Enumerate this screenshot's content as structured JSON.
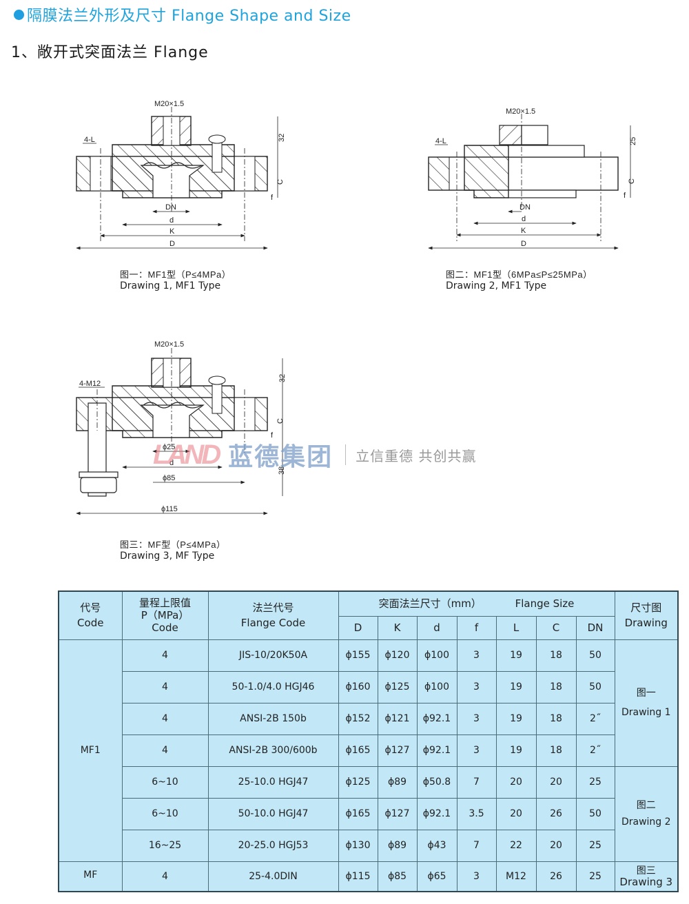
{
  "header": {
    "section_title": "隔膜法兰外形及尺寸 Flange Shape and Size",
    "subsection_title": "1、敞开式突面法兰 Flange"
  },
  "drawings": [
    {
      "id": "drawing-1",
      "labels": {
        "thread": "M20×1.5",
        "holes": "4-L",
        "height": "32",
        "C": "C",
        "f": "f",
        "DN": "DN",
        "d": "d",
        "K": "K",
        "D": "D"
      },
      "caption_cn": "图一：MF1型（P≤4MPa）",
      "caption_en": "Drawing 1, MF1 Type"
    },
    {
      "id": "drawing-2",
      "labels": {
        "thread": "M20×1.5",
        "holes": "4-L",
        "height": "25",
        "C": "C",
        "f": "f",
        "DN": "DN",
        "d": "d",
        "K": "K",
        "D": "D"
      },
      "caption_cn": "图二：MF1型（6MPa≤P≤25MPa）",
      "caption_en": "Drawing 2, MF1 Type"
    },
    {
      "id": "drawing-3",
      "labels": {
        "thread": "M20×1.5",
        "holes": "4-M12",
        "height": "32",
        "bolt_len": "38",
        "C": "C",
        "f": "f",
        "DN": "ϕ25",
        "d": "d",
        "K": "ϕ85",
        "D": "ϕ115"
      },
      "caption_cn": "图三：MF型（P≤4MPa）",
      "caption_en": "Drawing 3, MF Type"
    }
  ],
  "watermark": {
    "logo": "LAND",
    "company": "蓝德集团",
    "slogan": "立信重德  共创共赢"
  },
  "table": {
    "headers": {
      "code_cn": "代号",
      "code_en": "Code",
      "pressure_cn": "量程上限值",
      "pressure_unit": "P（MPa）",
      "pressure_en": "Code",
      "flange_code_cn": "法兰代号",
      "flange_code_en": "Flange Code",
      "size_group_cn": "突面法兰尺寸（mm）",
      "size_group_en": "Flange Size",
      "drawing_cn": "尺寸图",
      "drawing_en": "Drawing",
      "cols": [
        "D",
        "K",
        "d",
        "f",
        "L",
        "C",
        "DN"
      ]
    },
    "groups": [
      {
        "code": "MF1",
        "drawing_groups": [
          {
            "drawing_cn": "图一",
            "drawing_en": "Drawing 1"
          },
          {
            "drawing_cn": "图二",
            "drawing_en": "Drawing 2"
          }
        ]
      },
      {
        "code": "MF",
        "drawing_groups": [
          {
            "drawing_cn": "图三",
            "drawing_en": "Drawing 3"
          }
        ]
      }
    ],
    "rows": [
      {
        "p": "4",
        "flange_code": "JIS-10/20K50A",
        "D": "ϕ155",
        "K": "ϕ120",
        "d": "ϕ100",
        "f": "3",
        "L": "19",
        "C": "18",
        "DN": "50"
      },
      {
        "p": "4",
        "flange_code": "50-1.0/4.0  HGJ46",
        "D": "ϕ160",
        "K": "ϕ125",
        "d": "ϕ100",
        "f": "3",
        "L": "19",
        "C": "18",
        "DN": "50"
      },
      {
        "p": "4",
        "flange_code": "ANSI-2B  150b",
        "D": "ϕ152",
        "K": "ϕ121",
        "d": "ϕ92.1",
        "f": "3",
        "L": "19",
        "C": "18",
        "DN": "2˝"
      },
      {
        "p": "4",
        "flange_code": "ANSI-2B  300/600b",
        "D": "ϕ165",
        "K": "ϕ127",
        "d": "ϕ92.1",
        "f": "3",
        "L": "19",
        "C": "18",
        "DN": "2˝"
      },
      {
        "p": "6~10",
        "flange_code": "25-10.0  HGJ47",
        "D": "ϕ125",
        "K": "ϕ89",
        "d": "ϕ50.8",
        "f": "7",
        "L": "20",
        "C": "20",
        "DN": "25"
      },
      {
        "p": "6~10",
        "flange_code": "50-10.0  HGJ47",
        "D": "ϕ165",
        "K": "ϕ127",
        "d": "ϕ92.1",
        "f": "3.5",
        "L": "20",
        "C": "26",
        "DN": "50"
      },
      {
        "p": "16~25",
        "flange_code": "20-25.0  HGJ53",
        "D": "ϕ130",
        "K": "ϕ89",
        "d": "ϕ43",
        "f": "7",
        "L": "22",
        "C": "20",
        "DN": "25"
      },
      {
        "p": "4",
        "flange_code": "25-4.0DIN",
        "D": "ϕ115",
        "K": "ϕ85",
        "d": "ϕ65",
        "f": "3",
        "L": "M12",
        "C": "26",
        "DN": "25"
      }
    ]
  }
}
